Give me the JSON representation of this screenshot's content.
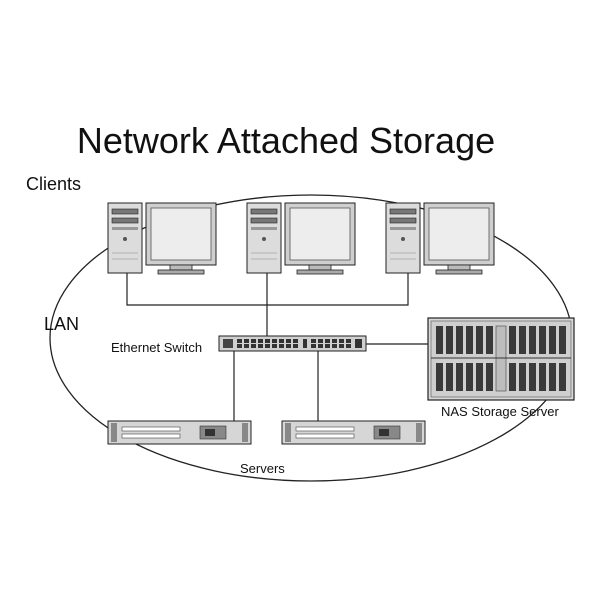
{
  "diagram": {
    "title": "Network Attached Storage",
    "labels": {
      "clients": "Clients",
      "lan": "LAN",
      "ethernet_switch": "Ethernet Switch",
      "nas_storage_server": "NAS Storage Server",
      "servers": "Servers"
    },
    "nodes": [
      {
        "id": "client-1",
        "type": "client-workstation"
      },
      {
        "id": "client-2",
        "type": "client-workstation"
      },
      {
        "id": "client-3",
        "type": "client-workstation"
      },
      {
        "id": "ethernet-switch",
        "type": "switch"
      },
      {
        "id": "nas-storage-server",
        "type": "nas"
      },
      {
        "id": "server-1",
        "type": "rack-server"
      },
      {
        "id": "server-2",
        "type": "rack-server"
      }
    ],
    "edges": [
      {
        "from": "client-1",
        "to": "ethernet-switch"
      },
      {
        "from": "client-2",
        "to": "ethernet-switch"
      },
      {
        "from": "client-3",
        "to": "ethernet-switch"
      },
      {
        "from": "ethernet-switch",
        "to": "nas-storage-server"
      },
      {
        "from": "ethernet-switch",
        "to": "server-1"
      },
      {
        "from": "ethernet-switch",
        "to": "server-2"
      }
    ],
    "colors": {
      "line": "#222222",
      "device_fill": "#d9d9d9",
      "screen": "#ededed"
    }
  }
}
